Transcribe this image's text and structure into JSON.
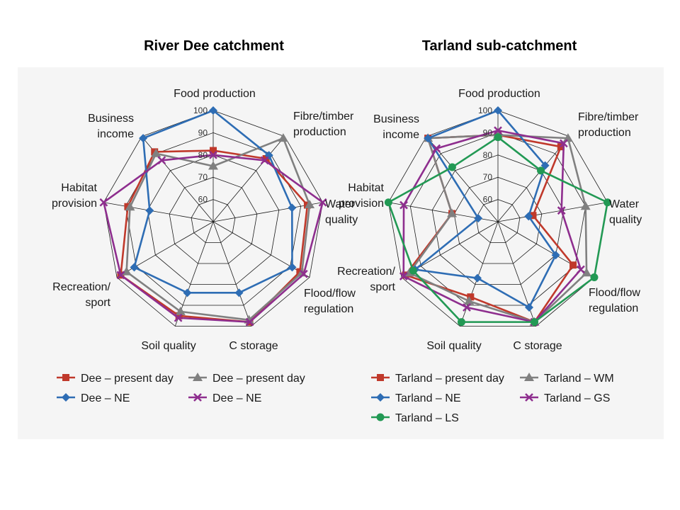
{
  "chart_data": [
    {
      "type": "radar",
      "title": "River Dee catchment",
      "axes": [
        [
          "Food production"
        ],
        [
          "Fibre/timber",
          "production"
        ],
        [
          "Water",
          "quality"
        ],
        [
          "Flood/flow",
          "regulation"
        ],
        [
          "C storage"
        ],
        [
          "Soil quality"
        ],
        [
          "Recreation/",
          "sport"
        ],
        [
          "Habitat",
          "provision"
        ],
        [
          "Business",
          "income"
        ]
      ],
      "rlim": [
        50,
        100
      ],
      "ticks": [
        60,
        70,
        80,
        90,
        100
      ],
      "series": [
        {
          "name": "Dee – present day",
          "color": "#C0392B",
          "marker": "square",
          "values": [
            82,
            87,
            93,
            95,
            98,
            95,
            98,
            89,
            91
          ]
        },
        {
          "name": "Dee – present day",
          "color": "#808080",
          "marker": "triangle",
          "values": [
            75,
            99,
            94,
            96,
            97,
            93,
            95,
            88,
            90
          ]
        },
        {
          "name": "Dee – NE",
          "color": "#2E6DB4",
          "marker": "diamond",
          "values": [
            100,
            89,
            86,
            91,
            84,
            84,
            91,
            79,
            99
          ]
        },
        {
          "name": "Dee – NE",
          "color": "#8E2E8E",
          "marker": "x",
          "values": [
            80,
            86,
            100,
            97,
            98,
            96,
            98,
            100,
            86
          ]
        }
      ],
      "legend": "bottom"
    },
    {
      "type": "radar",
      "title": "Tarland sub-catchment",
      "axes": [
        [
          "Food production"
        ],
        [
          "Fibre/timber",
          "production"
        ],
        [
          "Water",
          "quality"
        ],
        [
          "Flood/flow",
          "regulation"
        ],
        [
          "C storage"
        ],
        [
          "Soil quality"
        ],
        [
          "Recreation/",
          "sport"
        ],
        [
          "Habitat",
          "provision"
        ],
        [
          "Business",
          "income"
        ]
      ],
      "rlim": [
        50,
        100
      ],
      "ticks": [
        60,
        70,
        80,
        90,
        100
      ],
      "series": [
        {
          "name": "Tarland – present day",
          "color": "#C0392B",
          "marker": "square",
          "values": [
            89,
            94,
            66,
            89,
            98,
            86,
            98,
            71,
            99
          ]
        },
        {
          "name": "Tarland – WM",
          "color": "#808080",
          "marker": "triangle",
          "values": [
            89,
            99,
            90,
            96,
            98,
            88,
            96,
            71,
            99
          ]
        },
        {
          "name": "Tarland – NE",
          "color": "#2E6DB4",
          "marker": "diamond",
          "values": [
            100,
            83,
            64,
            80,
            91,
            77,
            93,
            59,
            99
          ]
        },
        {
          "name": "Tarland – GS",
          "color": "#8E2E8E",
          "marker": "x",
          "values": [
            91,
            96,
            79,
            93,
            98,
            91,
            99,
            93,
            93
          ]
        },
        {
          "name": "Tarland – LS",
          "color": "#229954",
          "marker": "circle",
          "values": [
            88,
            80,
            100,
            100,
            98,
            98,
            94,
            100,
            82
          ]
        }
      ],
      "legend": "bottom"
    }
  ]
}
